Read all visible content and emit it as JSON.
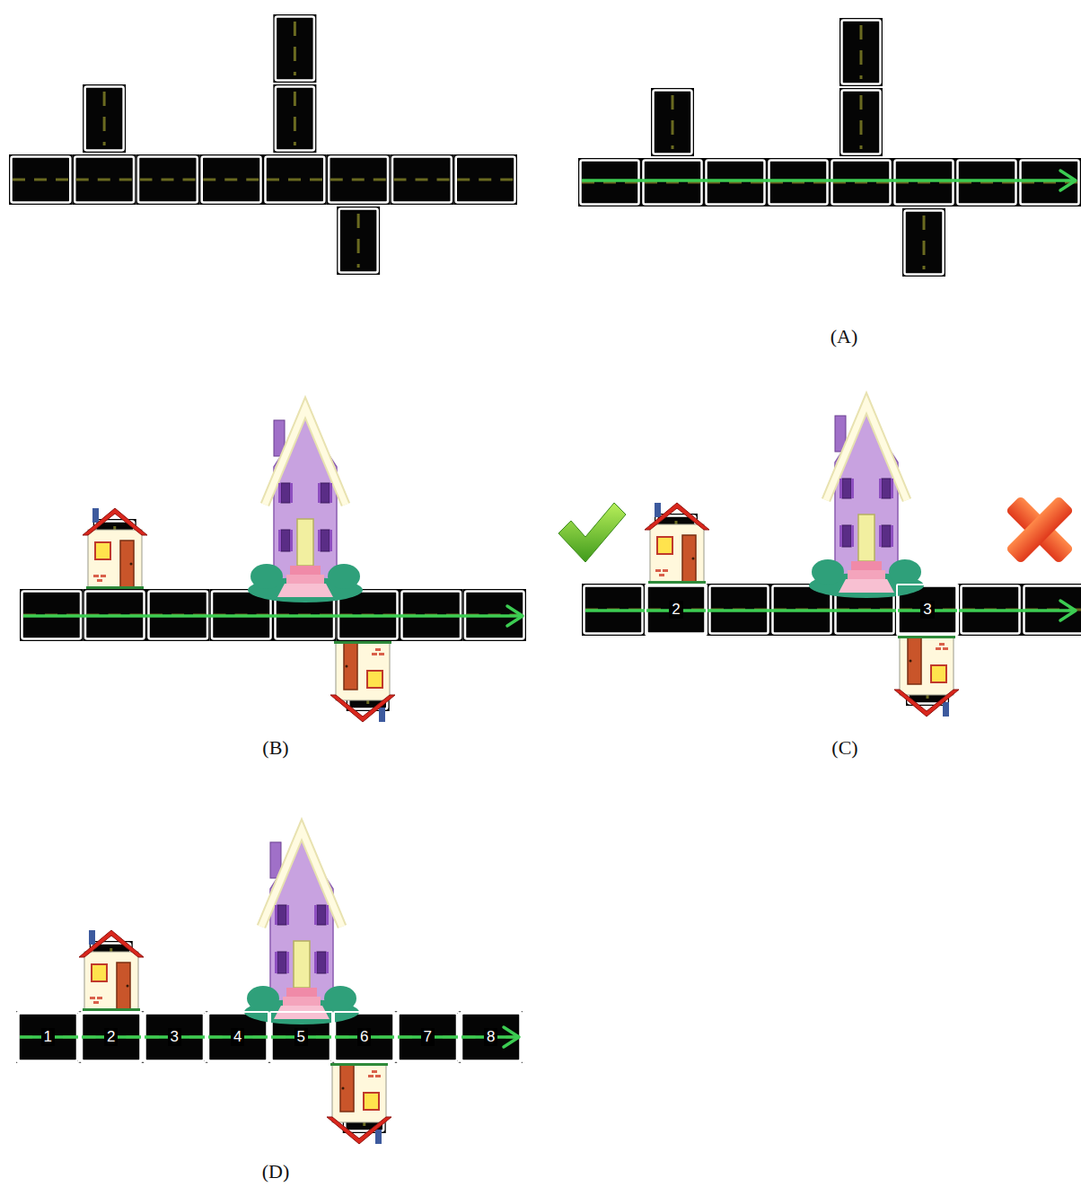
{
  "diagram": {
    "nodes": [
      {
        "text": [
          "2"
        ]
      },
      {
        "text": [
          "3"
        ]
      },
      {
        "text": [
          "1"
        ]
      },
      {
        "text": [
          "2"
        ]
      },
      {
        "text": [
          "3"
        ]
      },
      {
        "text": [
          "4"
        ]
      },
      {
        "text": [
          "5"
        ]
      },
      {
        "text": [
          "6"
        ]
      },
      {
        "text": [
          "7"
        ]
      },
      {
        "text": [
          "8"
        ]
      }
    ],
    "labels": [
      "(A)",
      "(B)",
      "(C)",
      "(D)"
    ]
  }
}
